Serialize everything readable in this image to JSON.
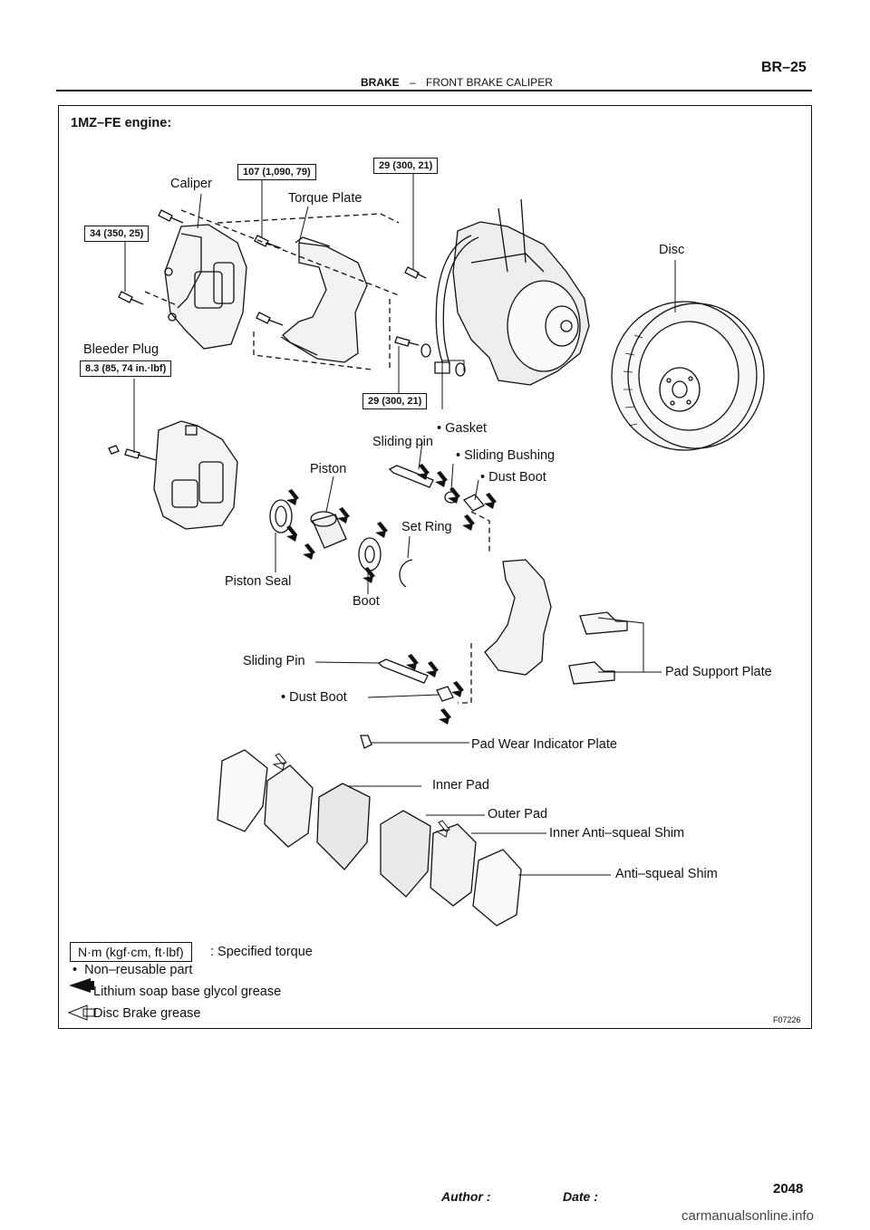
{
  "header": {
    "section": "BRAKE",
    "dash": "–",
    "subsection": "FRONT BRAKE CALIPER",
    "page": "BR–25"
  },
  "diagram": {
    "engine_heading": "1MZ–FE engine:",
    "figure_code": "F07226",
    "torque_specs": {
      "caliper_upper": "34 (350, 25)",
      "torque_plate": "107 (1,090, 79)",
      "hose_bracket": "29 (300, 21)",
      "union_bolt": "29 (300, 21)",
      "bleeder_plug": "8.3 (85, 74 in.·lbf)"
    },
    "parts": {
      "caliper": "Caliper",
      "torque_plate": "Torque Plate",
      "disc": "Disc",
      "bleeder_plug": "Bleeder Plug",
      "gasket": "Gasket",
      "sliding_pin_upper": "Sliding pin",
      "sliding_bushing": "Sliding Bushing",
      "dust_boot_upper": "Dust Boot",
      "piston": "Piston",
      "set_ring": "Set Ring",
      "piston_seal": "Piston Seal",
      "boot": "Boot",
      "sliding_pin_lower": "Sliding Pin",
      "dust_boot_lower": "Dust Boot",
      "pad_support_plate": "Pad Support Plate",
      "pad_wear_indicator": "Pad Wear Indicator Plate",
      "inner_pad": "Inner Pad",
      "outer_pad": "Outer Pad",
      "inner_anti_squeal_shim": "Inner Anti–squeal Shim",
      "anti_squeal_shim": "Anti–squeal Shim"
    },
    "bullet": "•",
    "legend": {
      "torque_unit": "N·m (kgf·cm, ft·lbf)",
      "torque_text": ": Specified torque",
      "non_reusable": "Non–reusable part",
      "lithium": "Lithium soap base glycol grease",
      "disc_grease": "Disc Brake grease"
    }
  },
  "footer": {
    "author": "Author :",
    "date": "Date :",
    "page_number": "2048"
  },
  "watermark": "carmanualsonline.info"
}
